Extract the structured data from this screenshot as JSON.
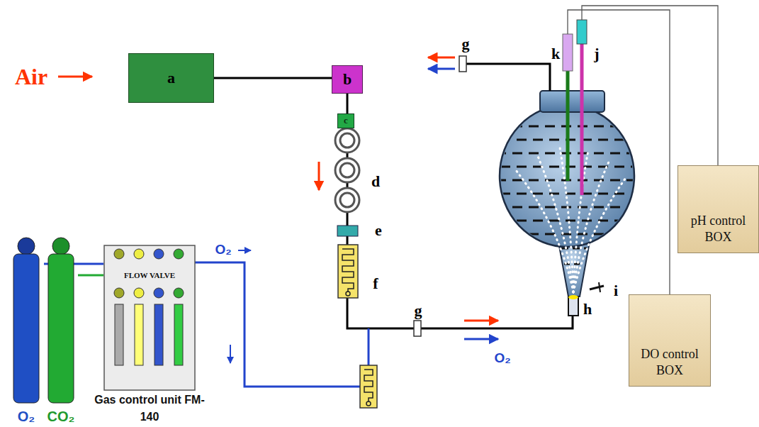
{
  "diagram": {
    "nodes": [
      {
        "text": [
          "a"
        ]
      },
      {
        "text": [
          "b"
        ]
      },
      {
        "text": [
          "c"
        ]
      },
      {
        "text": [
          "O₂"
        ]
      },
      {
        "text": [
          "CO₂"
        ]
      },
      {
        "text": [
          "FLOW VALVE",
          "Gas control unit FM-140"
        ]
      },
      {
        "text": [
          "pH control BOX"
        ]
      },
      {
        "text": [
          "DO control BOX"
        ]
      }
    ],
    "edges": [
      {
        "from": 0,
        "to": 1,
        "arrow": "none"
      },
      {
        "from": 1,
        "to": 2,
        "arrow": "none"
      },
      {
        "from": 3,
        "to": 5,
        "arrow": "none"
      },
      {
        "from": 4,
        "to": 5,
        "arrow": "none"
      }
    ],
    "labels": [
      "Air",
      "g",
      "k",
      "j",
      "d",
      "e",
      "O₂",
      "f",
      "i",
      "g",
      "h",
      "O₂"
    ]
  }
}
